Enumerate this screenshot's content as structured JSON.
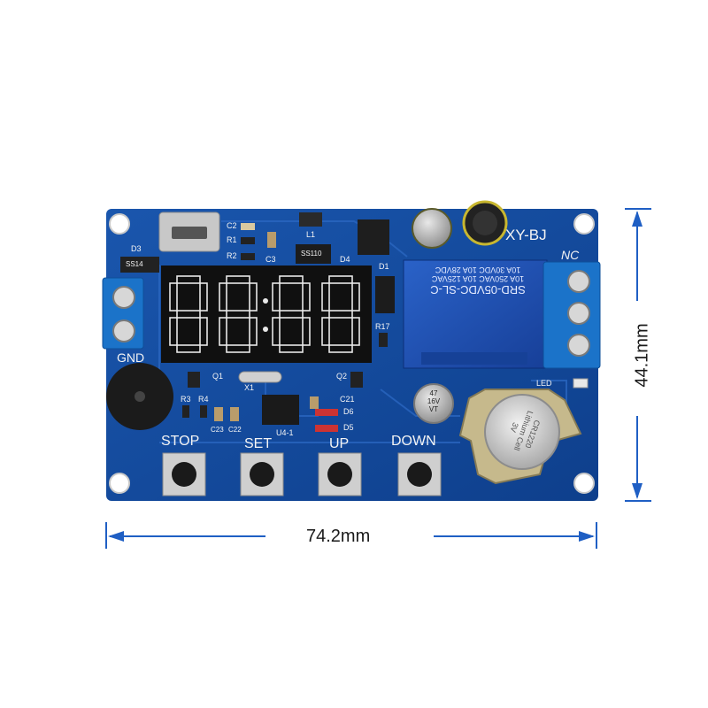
{
  "dimensions": {
    "width_label": "74.2mm",
    "height_label": "44.1mm"
  },
  "board": {
    "model": "XY-BJ",
    "terminal_nc": "NC",
    "terminal_gnd": "GND",
    "led_label": "LED",
    "buttons": [
      "STOP",
      "SET",
      "UP",
      "DOWN"
    ],
    "components": {
      "c2": "C2",
      "r1": "R1",
      "r2": "R2",
      "c3": "C3",
      "l1": "L1",
      "d4": "D4",
      "d3": "D3",
      "d1": "D1",
      "r17": "R17",
      "q1": "Q1",
      "q2": "Q2",
      "x1": "X1",
      "r3": "R3",
      "r4": "R4",
      "c23": "C23",
      "c22": "C22",
      "u4": "U4-1",
      "c21": "C21",
      "d6": "D6",
      "d5": "D5",
      "ss110": "SS110",
      "ss14": "SS14"
    },
    "relay": {
      "lines": [
        "SRD-05VDC-SL-C",
        "10A 250VAC  10A 125VAC",
        "10A 30VDC  10A 28VDC"
      ]
    },
    "cap_small": {
      "lines": [
        "47",
        "16V",
        "VT"
      ]
    },
    "battery": {
      "lines": [
        "CR1220",
        "Lithium Cell",
        "3V"
      ]
    },
    "display": {
      "digits": [
        "8",
        "8",
        "8",
        "8"
      ]
    }
  },
  "colors": {
    "pcb": "#12489a",
    "pcb_dark": "#0b3478",
    "silkscreen": "#f4f4f4",
    "terminal": "#1b73c9",
    "relay": "#1d4fb3",
    "dimension_line": "#1f5fc4"
  }
}
